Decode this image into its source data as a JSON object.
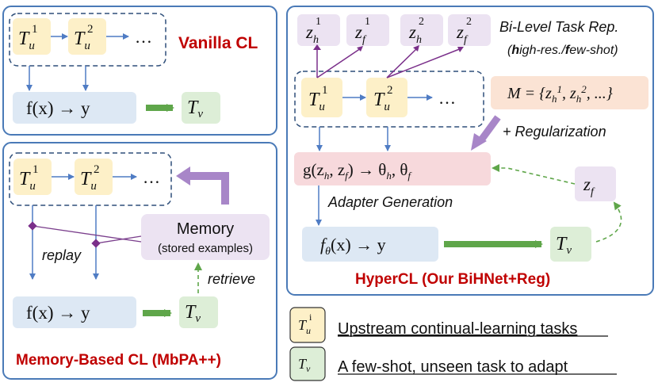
{
  "panels": {
    "vanilla": {
      "title": "Vanilla CL",
      "task1": "T",
      "task1_sub": "u",
      "task1_sup": "1",
      "task2": "T",
      "task2_sub": "u",
      "task2_sup": "2",
      "ellipsis": "…",
      "model": "f(x) → y",
      "target": "T",
      "target_sub": "v"
    },
    "memory": {
      "title": "Memory-Based CL (MbPA++)",
      "task1": "T",
      "task1_sub": "u",
      "task1_sup": "1",
      "task2": "T",
      "task2_sub": "u",
      "task2_sup": "2",
      "ellipsis": "…",
      "memory_title": "Memory",
      "memory_subtitle": "(stored examples)",
      "replay": "replay",
      "retrieve": "retrieve",
      "model": "f(x) → y",
      "target": "T",
      "target_sub": "v"
    },
    "hypercl": {
      "title": "HyperCL (Our BiHNet+Reg)",
      "z_h1": "z",
      "z_h1_sub": "h",
      "z_h1_sup": "1",
      "z_f1": "z",
      "z_f1_sub": "f",
      "z_f1_sup": "1",
      "z_h2": "z",
      "z_h2_sub": "h",
      "z_h2_sup": "2",
      "z_f2": "z",
      "z_f2_sub": "f",
      "z_f2_sup": "2",
      "bilevel_title": "Bi-Level Task Rep.",
      "bilevel_sub_open": "(",
      "bilevel_h": "h",
      "bilevel_mid": "igh-res./",
      "bilevel_f": "f",
      "bilevel_end": "ew-shot)",
      "memory_set": "M = {z",
      "memory_set_mid": ", z",
      "memory_set_end": ", ...}",
      "regularization": "+ Regularization",
      "generator": "g(z",
      "generator_mid": ", z",
      "generator_end": ") → θ",
      "adapter_generation": "Adapter Generation",
      "model": "f",
      "model_sub": "θ",
      "model_end": "(x) → y",
      "zf": "z",
      "zf_sub": "f",
      "task1": "T",
      "task1_sub": "u",
      "task1_sup": "1",
      "task2": "T",
      "task2_sub": "u",
      "task2_sup": "2",
      "ellipsis": "…",
      "target": "T",
      "target_sub": "v"
    }
  },
  "legend": {
    "upstream_symbol": "T",
    "upstream_sub": "u",
    "upstream_sup": "i",
    "upstream_text": "Upstream continual-learning tasks",
    "target_symbol": "T",
    "target_sub": "v",
    "target_text": "A few-shot, unseen task to adapt"
  },
  "colors": {
    "panel_border": "#4a7ab7",
    "task_fill": "#fdf0c8",
    "target_fill": "#ddeed7",
    "model_fill": "#dde8f4",
    "memory_fill": "#ece3f2",
    "generator_fill": "#f7d9dc",
    "memory_set_fill": "#fbe3d4",
    "title_red": "#c00000",
    "arrow_blue": "#4f7cc4",
    "arrow_green": "#5fa64a",
    "arrow_purple": "#a886c8"
  }
}
